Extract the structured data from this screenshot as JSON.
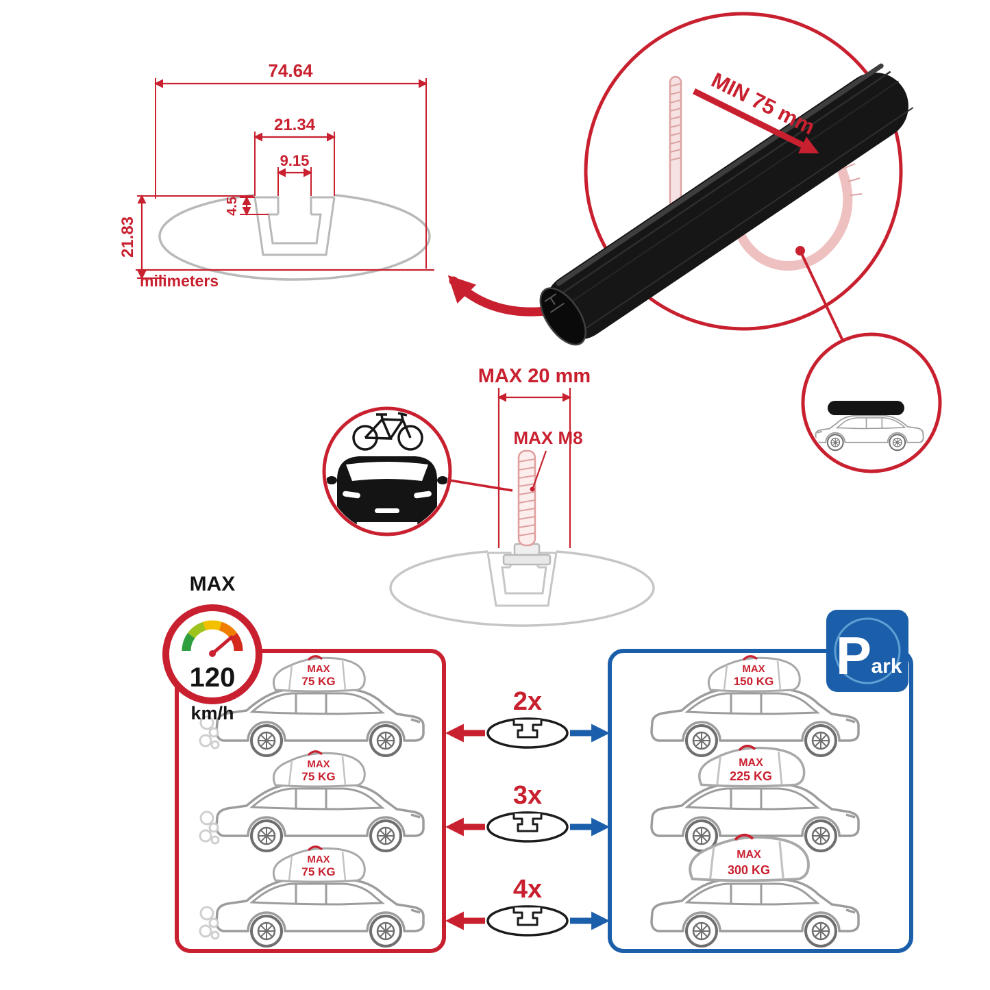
{
  "dimension_diagram": {
    "total_width": "74.64",
    "channel_width": "21.34",
    "slot_width": "9.15",
    "slot_depth": "4.5",
    "height": "21.83",
    "units_label": "milimeters"
  },
  "clamp_detail": {
    "min_clearance_label": "MIN 75 mm"
  },
  "bolt_detail": {
    "max_length_label": "MAX 20 mm",
    "max_thread_label": "MAX M8"
  },
  "speed_badge": {
    "label": "MAX",
    "value": "120",
    "unit": "km/h"
  },
  "capacity": {
    "multipliers": [
      "2x",
      "3x",
      "4x"
    ],
    "driving_limits": [
      {
        "label": "MAX",
        "weight": "75 KG"
      },
      {
        "label": "MAX",
        "weight": "75 KG"
      },
      {
        "label": "MAX",
        "weight": "75 KG"
      }
    ],
    "parked_limits": [
      {
        "label": "MAX",
        "weight": "150 KG"
      },
      {
        "label": "MAX",
        "weight": "225 KG"
      },
      {
        "label": "MAX",
        "weight": "300 KG"
      }
    ],
    "park_sign": {
      "letter": "P",
      "rest": "ark"
    }
  },
  "colors": {
    "red": "#C8202F",
    "blue": "#1B5FAA",
    "light_gray": "#BDBDBD",
    "bar_black": "#161616",
    "clamp_pink": "#EEC0C0"
  }
}
